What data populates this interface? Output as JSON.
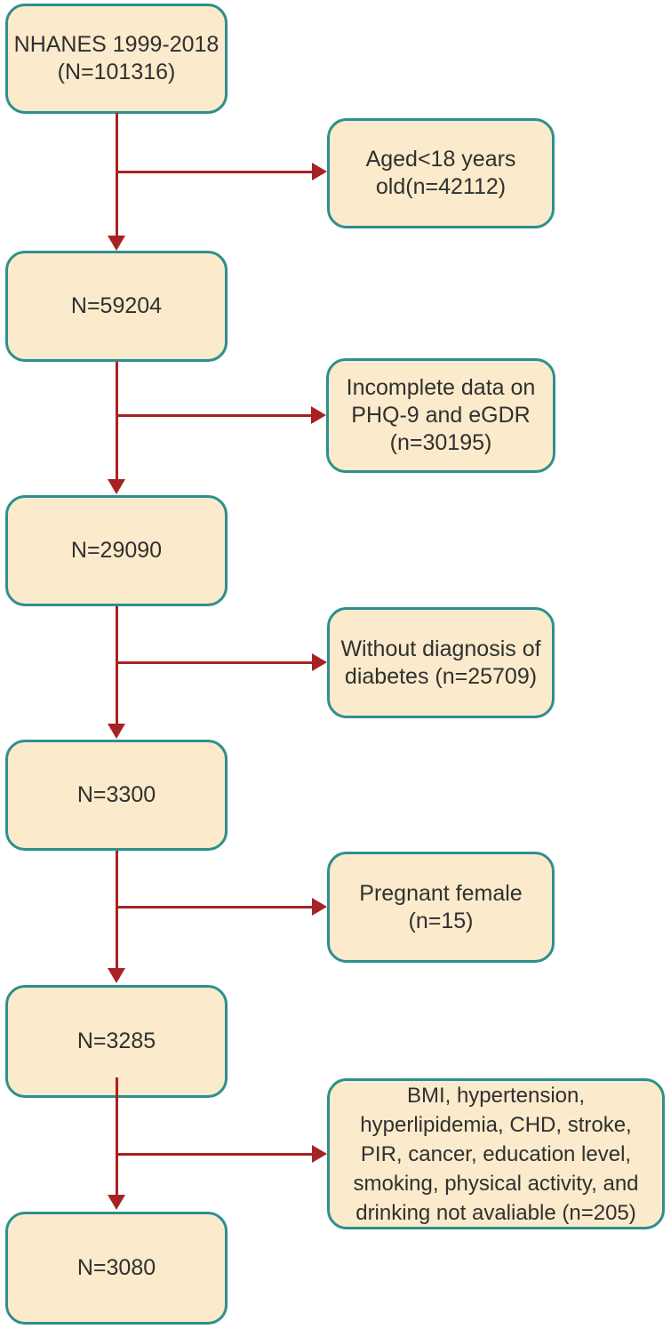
{
  "colors": {
    "background": "#ffffff",
    "box_fill": "#FBEACB",
    "box_border": "#2E8F8D",
    "arrow": "#A82123",
    "text": "#303030"
  },
  "flow": {
    "main": [
      {
        "label": "NHANES 1999-2018\n(N=101316)"
      },
      {
        "label": "N=59204"
      },
      {
        "label": "N=29090"
      },
      {
        "label": "N=3300"
      },
      {
        "label": "N=3285"
      },
      {
        "label": "N=3080"
      }
    ],
    "exclusions": [
      {
        "label": "Aged<18 years\nold(n=42112)"
      },
      {
        "label": "Incomplete data on\nPHQ-9 and eGDR\n(n=30195)"
      },
      {
        "label": "Without diagnosis of\ndiabetes (n=25709)"
      },
      {
        "label": "Pregnant female\n(n=15)"
      },
      {
        "label": "BMI, hypertension,\nhyperlipidemia, CHD, stroke,\nPIR, cancer, education level,\nsmoking, physical activity, and\ndrinking not avaliable (n=205)"
      }
    ]
  }
}
